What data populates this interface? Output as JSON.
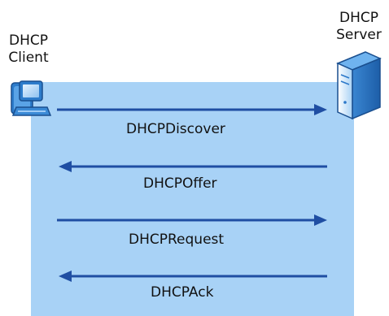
{
  "client": {
    "label_line1": "DHCP",
    "label_line2": "Client",
    "icon": "workstation-icon"
  },
  "server": {
    "label_line1": "DHCP",
    "label_line2": "Server",
    "icon": "server-icon"
  },
  "messages": [
    {
      "label": "DHCPDiscover",
      "direction": "client-to-server"
    },
    {
      "label": "DHCPOffer",
      "direction": "server-to-client"
    },
    {
      "label": "DHCPRequest",
      "direction": "client-to-server"
    },
    {
      "label": "DHCPAck",
      "direction": "server-to-client"
    }
  ],
  "colors": {
    "panel": "#a8d2f6",
    "arrow": "#1f4ea3",
    "icon": "#2b78c9"
  }
}
